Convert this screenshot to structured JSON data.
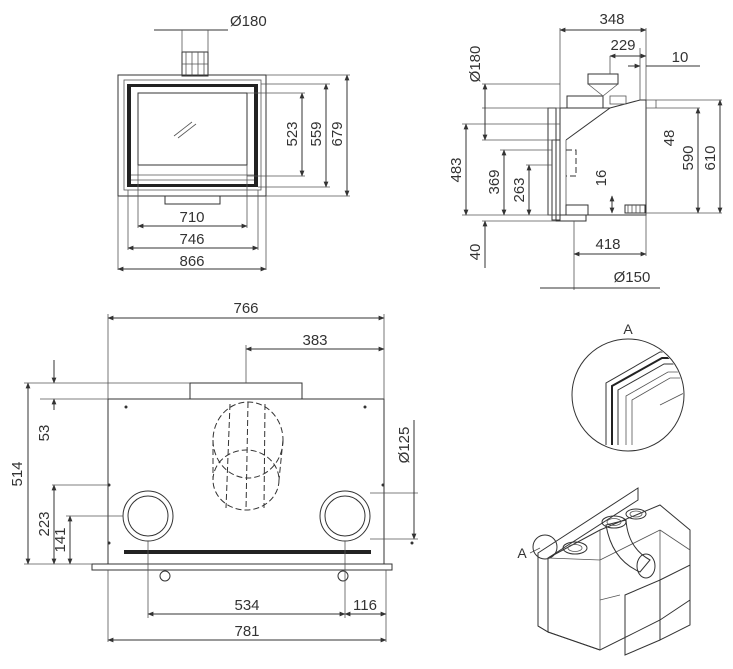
{
  "front_view": {
    "flue_diameter": "Ø180",
    "widths": [
      "710",
      "746",
      "866"
    ],
    "heights": [
      "523",
      "559",
      "679"
    ]
  },
  "side_view": {
    "top_dims": [
      "348",
      "229",
      "10"
    ],
    "flue_diameter": "Ø180",
    "left_heights": [
      "483",
      "369",
      "263",
      "40"
    ],
    "inner_height": "16",
    "right_heights": [
      "48",
      "590",
      "610"
    ],
    "bottom_depth": "418",
    "inlet_diameter": "Ø150"
  },
  "top_view": {
    "widths": [
      "766",
      "383",
      "534",
      "116",
      "781"
    ],
    "depths": [
      "514",
      "53",
      "223",
      "141"
    ],
    "spigot_diameter": "Ø125"
  },
  "detail": {
    "label": "A"
  },
  "iso_view": {
    "label": "A"
  }
}
